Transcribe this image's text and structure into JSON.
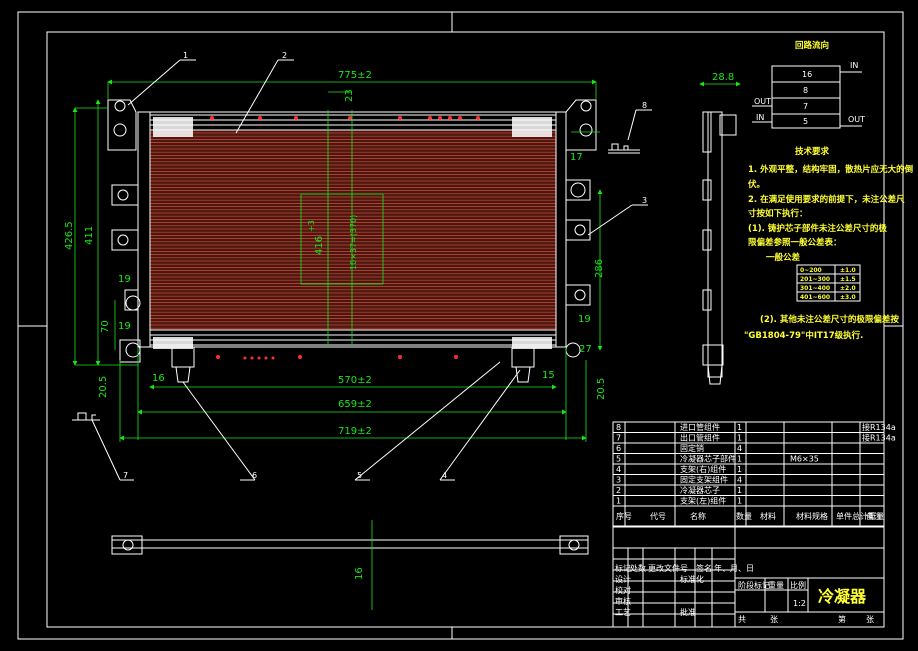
{
  "dims": {
    "top_775": "775±2",
    "d23": "23",
    "d28_8": "28.8",
    "d17": "17",
    "left_426_5": "426.5",
    "left_411": "411",
    "d19a": "19",
    "d19b": "19",
    "d19c": "19",
    "d70": "70",
    "d286": "286",
    "d27": "27",
    "d16a": "16",
    "d15": "15",
    "d20_5a": "20.5",
    "d20_5b": "20.5",
    "d570": "570±2",
    "d659": "659±2",
    "d719": "719±2",
    "core_416": "416",
    "core_416_tol": "+3",
    "core_10x37": "10×37=(370)",
    "bottom_16": "16"
  },
  "balloons": [
    "1",
    "2",
    "3",
    "4",
    "5",
    "6",
    "7",
    "8"
  ],
  "flow_diagram": {
    "title": "回路流向",
    "labels": [
      "16",
      "8",
      "7",
      "5"
    ],
    "in_top": "IN",
    "out_right": "OUT",
    "out_left": "OUT",
    "in_left": "IN"
  },
  "tech_requirements": {
    "title": "技术要求",
    "lines": [
      "1. 外观平整，结构牢固，散热片应无大的倒",
      "   伏。",
      "2. 在满足使用要求的前提下，未注公差尺",
      "   寸按如下执行：",
      "   (1). 铸护芯子部件未注公差尺寸的极",
      "   限偏差参照一般公差表："
    ],
    "table_title": "一般公差",
    "table_rows": [
      [
        "0~200",
        "±1.0"
      ],
      [
        "201~300",
        "±1.5"
      ],
      [
        "301~400",
        "±2.0"
      ],
      [
        "401~600",
        "±3.0"
      ]
    ],
    "line2_a": "(2). 其他未注公差尺寸的极限偏差按",
    "line2_b": "\"GB1804-79\"中IT17级执行."
  },
  "bom": {
    "rows": [
      {
        "no": "8",
        "name": "进口管组件",
        "qty": "1",
        "note": "接R134a"
      },
      {
        "no": "7",
        "name": "出口管组件",
        "qty": "1",
        "note": "接R134a"
      },
      {
        "no": "6",
        "name": "固定销",
        "qty": "4",
        "note": ""
      },
      {
        "no": "5",
        "name": "冷凝器芯子部件",
        "qty": "1",
        "note": "M6×35"
      },
      {
        "no": "4",
        "name": "支架(右)组件",
        "qty": "1",
        "note": ""
      },
      {
        "no": "3",
        "name": "固定支架组件",
        "qty": "4",
        "note": ""
      },
      {
        "no": "2",
        "name": "冷凝器芯子",
        "qty": "1",
        "note": ""
      },
      {
        "no": "1",
        "name": "支架(左)组件",
        "qty": "1",
        "note": ""
      }
    ],
    "header": [
      "序号",
      "代号",
      "名称",
      "数量",
      "材料",
      "材料规格",
      "单件总计重量",
      "备注"
    ]
  },
  "title_block": {
    "product_name": "冷凝器",
    "scale": "1:2",
    "cells": [
      "标记",
      "处数",
      "更改文件号",
      "签名",
      "年、月、日",
      "设计",
      "标准化",
      "校对",
      "审核",
      "工艺",
      "批准",
      "阶段标记",
      "重量",
      "比例",
      "共",
      "张",
      "第",
      "张"
    ]
  }
}
